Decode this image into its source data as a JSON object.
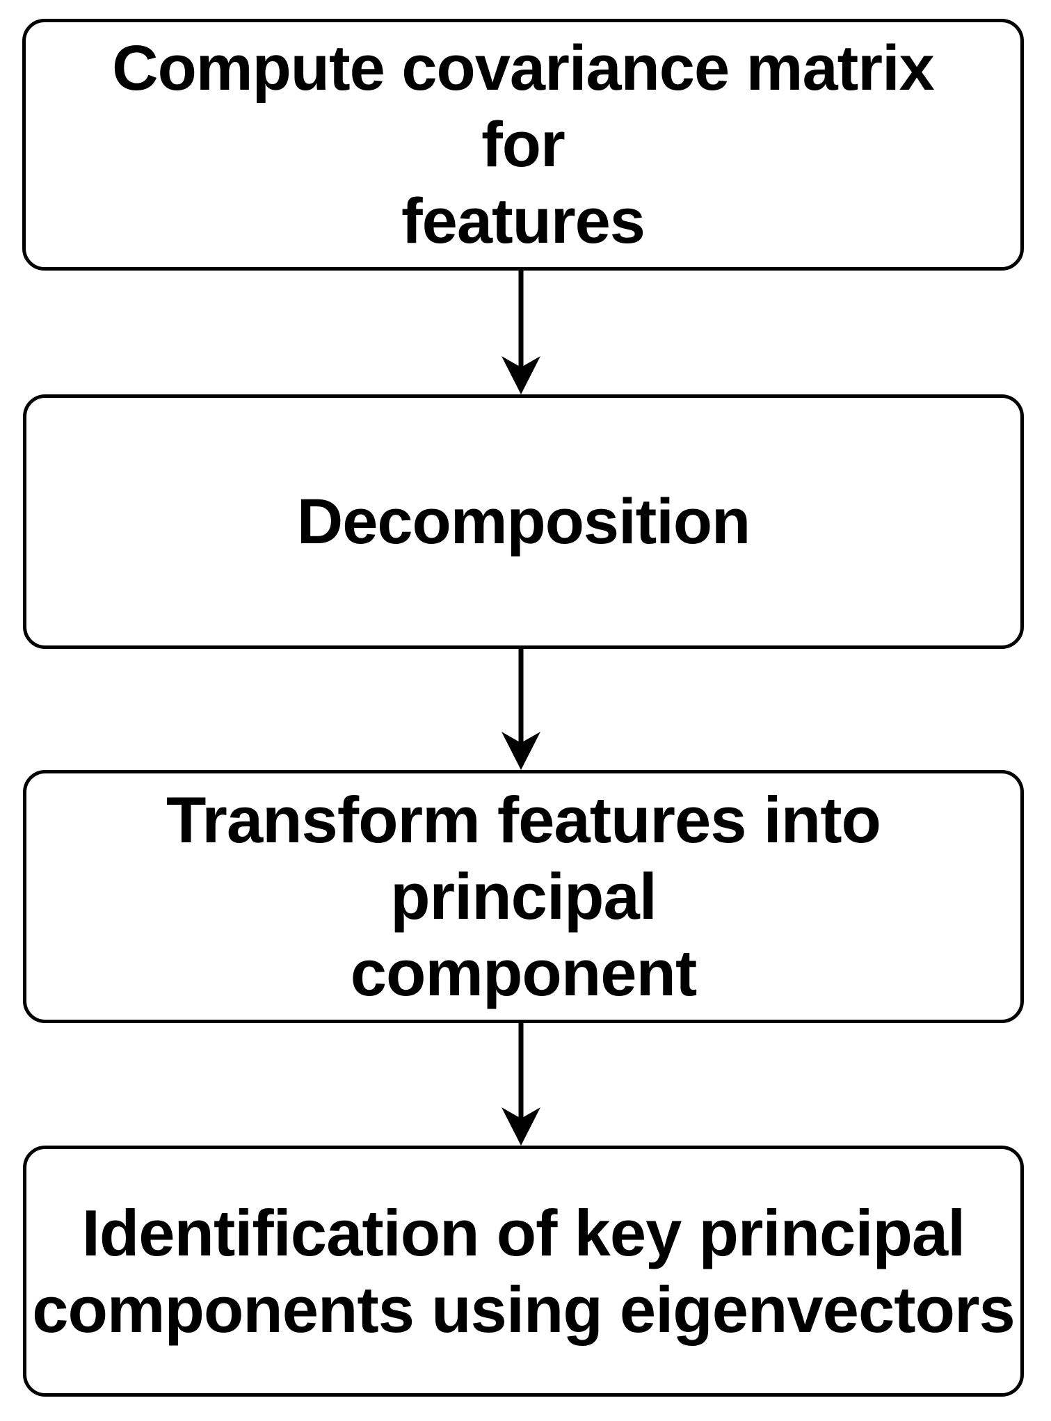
{
  "diagram": {
    "title": "PCA processing steps flowchart",
    "background_color": "#ffffff",
    "stroke_color": "#000000",
    "orientation": "top-to-bottom",
    "nodes": [
      {
        "id": "node-1",
        "shape": "rounded-rectangle",
        "label": "Compute covariance matrix for\nfeatures"
      },
      {
        "id": "node-2",
        "shape": "rounded-rectangle",
        "label": "Decomposition"
      },
      {
        "id": "node-3",
        "shape": "rounded-rectangle",
        "label": "Transform features into principal\ncomponent"
      },
      {
        "id": "node-4",
        "shape": "rounded-rectangle",
        "label": "Identification of key principal\ncomponents using eigenvectors"
      }
    ],
    "edges": [
      {
        "id": "edge-1-2",
        "from": "node-1",
        "to": "node-2",
        "label": "",
        "arrow": "down"
      },
      {
        "id": "edge-2-3",
        "from": "node-2",
        "to": "node-3",
        "label": "",
        "arrow": "down"
      },
      {
        "id": "edge-3-4",
        "from": "node-3",
        "to": "node-4",
        "label": "",
        "arrow": "down"
      }
    ]
  }
}
